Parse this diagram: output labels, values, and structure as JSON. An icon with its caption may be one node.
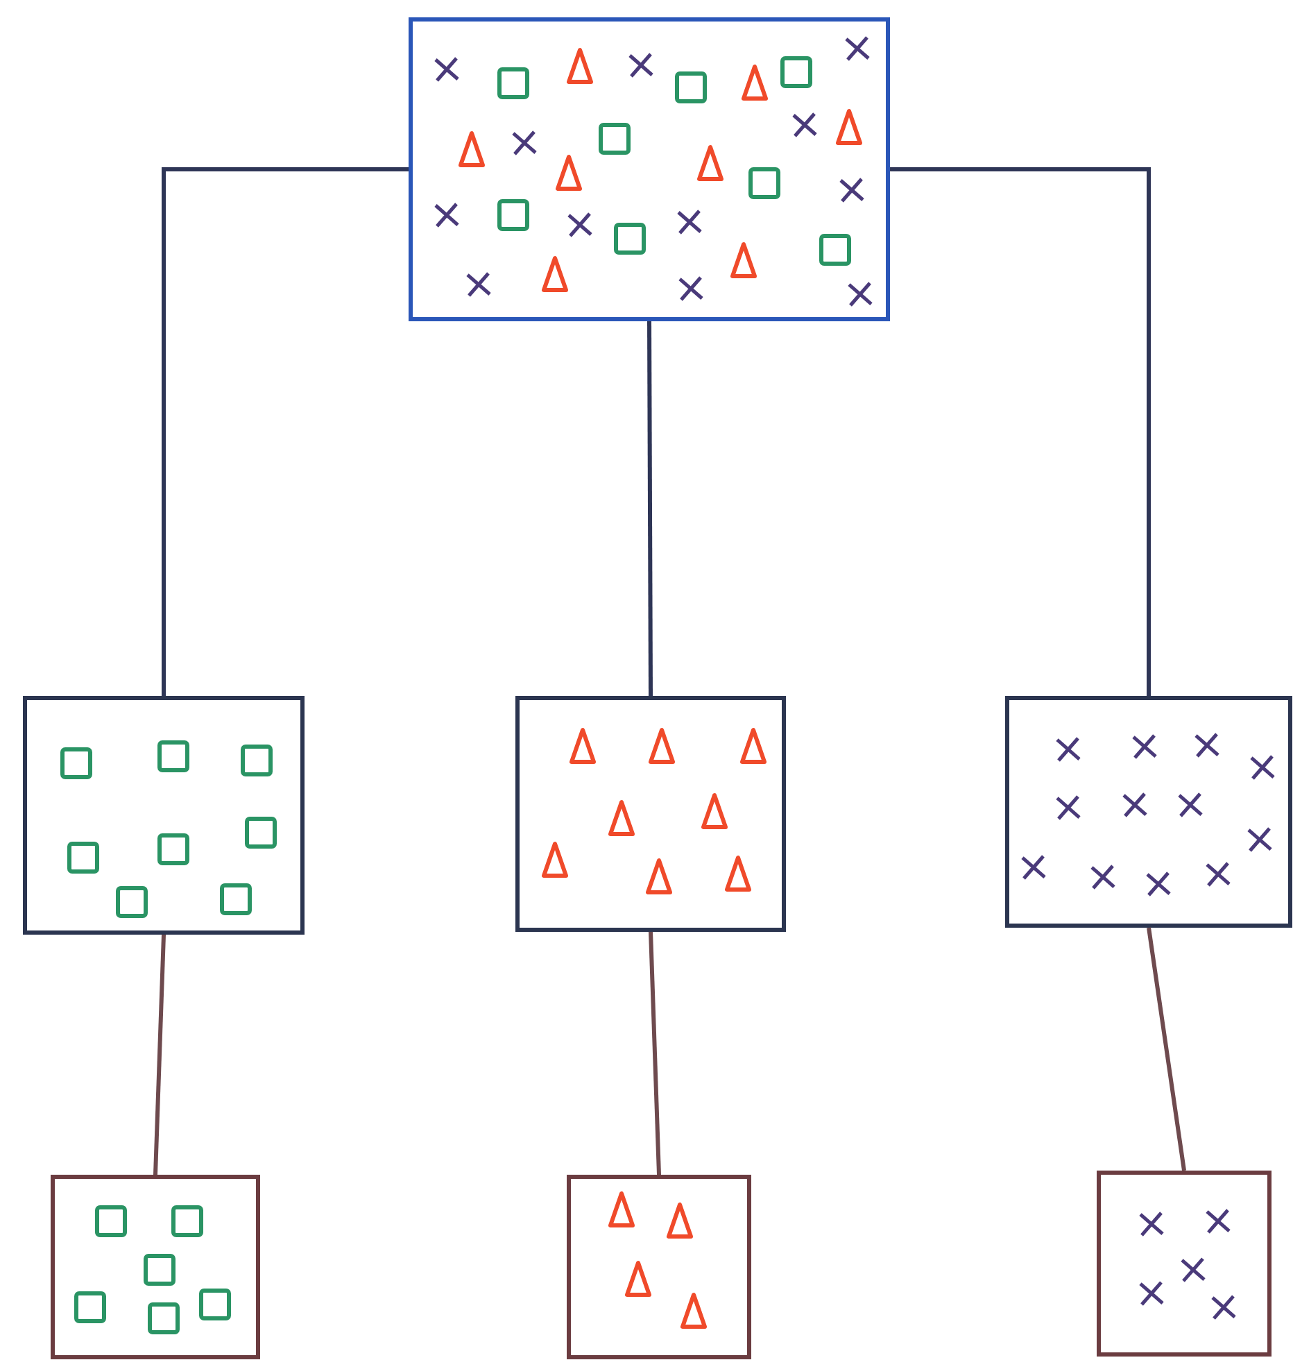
{
  "diagram": {
    "nodes": [
      {
        "text": [],
        "shape": "box"
      },
      {
        "text": [],
        "shape": "box"
      },
      {
        "text": [],
        "shape": "box"
      },
      {
        "text": [],
        "shape": "box"
      },
      {
        "text": [],
        "shape": "box"
      },
      {
        "text": [],
        "shape": "box"
      },
      {
        "text": [],
        "shape": "box"
      }
    ],
    "edges": [
      {
        "from": 0,
        "to": 1,
        "arrow": "none"
      },
      {
        "from": 0,
        "to": 2,
        "arrow": "none"
      },
      {
        "from": 0,
        "to": 3,
        "arrow": "none"
      },
      {
        "from": 1,
        "to": 4,
        "arrow": "none",
        "color": "#6e4a4e"
      },
      {
        "from": 2,
        "to": 5,
        "arrow": "none",
        "color": "#6e4a4e"
      },
      {
        "from": 3,
        "to": 6,
        "arrow": "none",
        "color": "#6e4a4e"
      }
    ]
  }
}
